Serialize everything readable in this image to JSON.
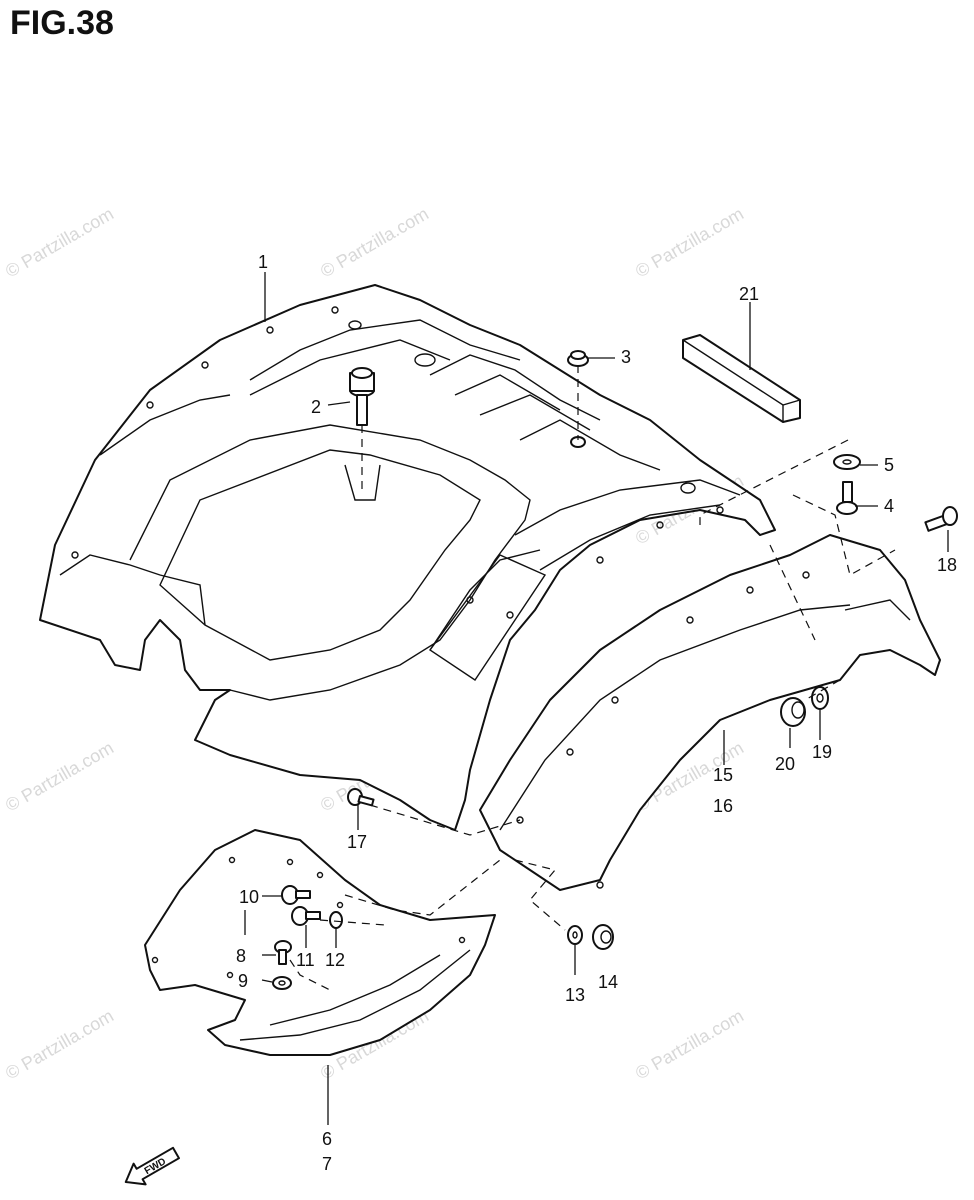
{
  "figure": {
    "title": "FIG.38"
  },
  "watermark": "© Partzilla.com",
  "callouts": {
    "c1": "1",
    "c2": "2",
    "c3": "3",
    "c4": "4",
    "c5": "5",
    "c6": "6",
    "c7": "7",
    "c8": "8",
    "c9": "9",
    "c10": "10",
    "c11": "11",
    "c12": "12",
    "c13": "13",
    "c14": "14",
    "c15": "15",
    "c16": "16",
    "c17": "17",
    "c18": "18",
    "c19": "19",
    "c20": "20",
    "c21": "21"
  },
  "direction_arrow": {
    "label": "FWD"
  }
}
